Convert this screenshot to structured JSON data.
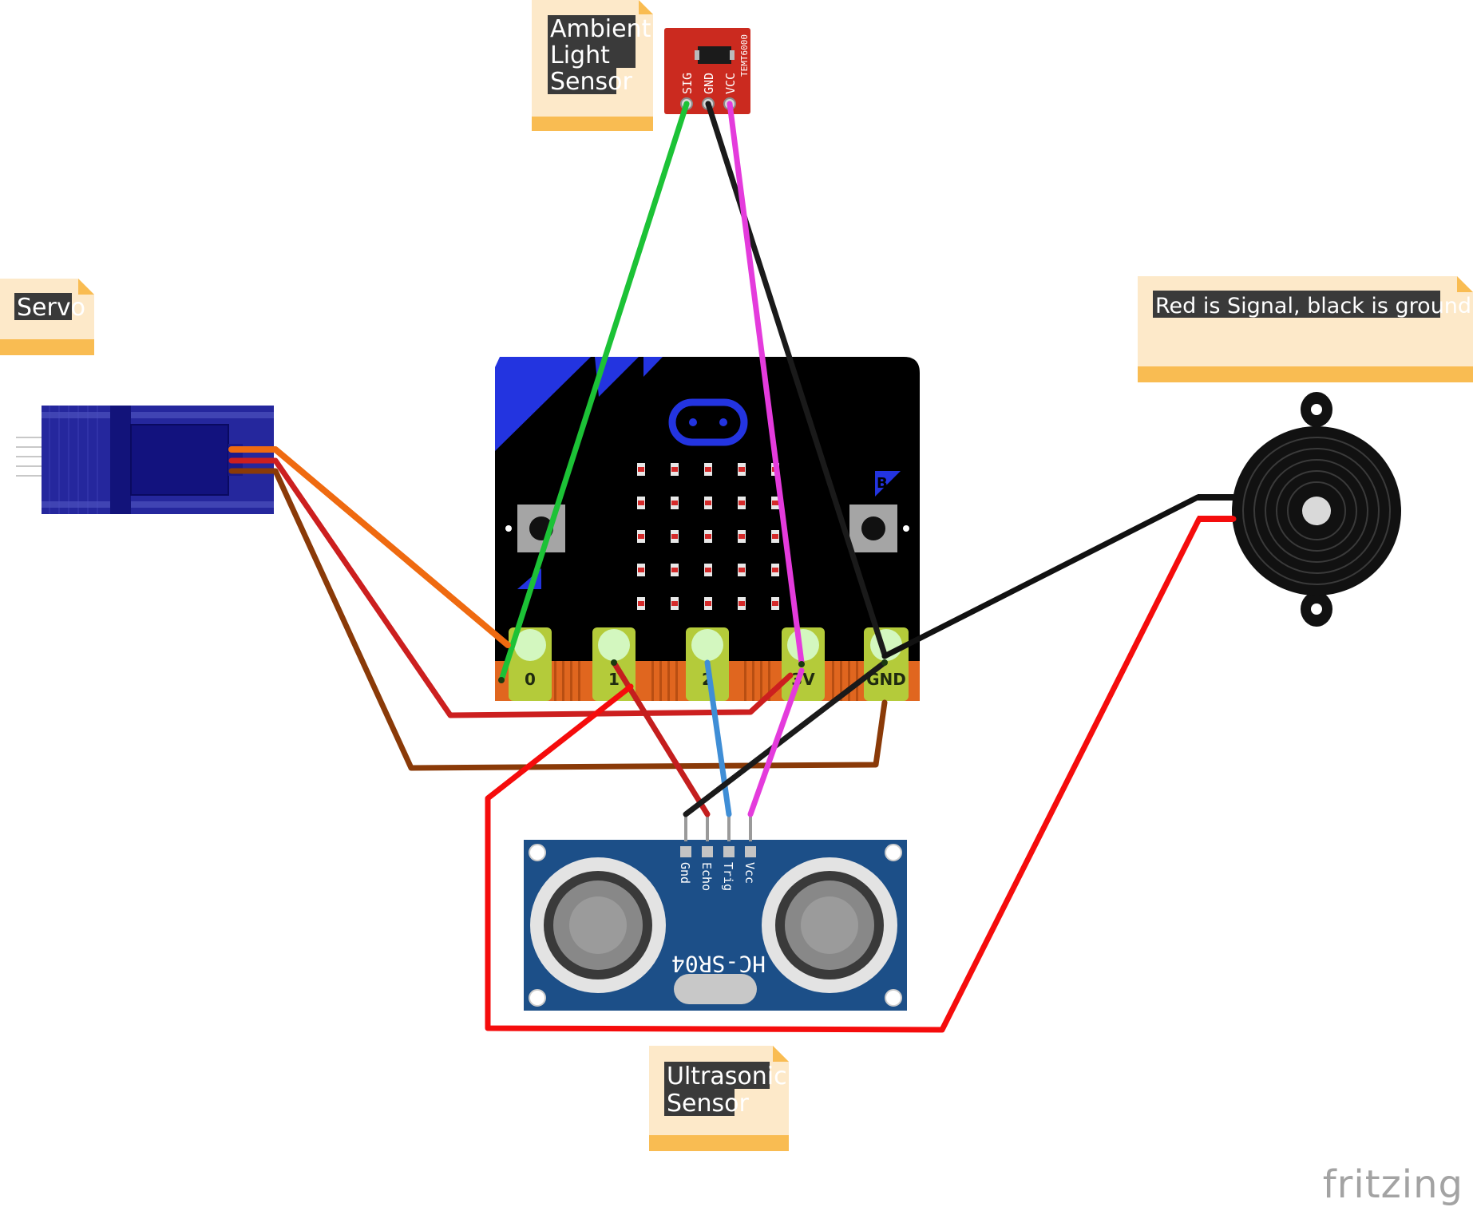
{
  "notes": {
    "ambient": [
      "Ambient",
      "Light",
      "Sensor"
    ],
    "servo": [
      "Servo"
    ],
    "buzzer": [
      "Red is Signal, black is ground."
    ],
    "ultrasonic": [
      "Ultrasonic",
      "Sensor"
    ]
  },
  "light_sensor": {
    "pins": [
      "SIG",
      "GND",
      "VCC"
    ],
    "part": "TEMT6000"
  },
  "microbit": {
    "edge_labels": [
      "0",
      "1",
      "2",
      "3V",
      "GND"
    ],
    "button_b": "B"
  },
  "ultrasonic": {
    "model": "HC-SR04",
    "pins": [
      "Gnd",
      "Echo",
      "Trig",
      "Vcc"
    ]
  },
  "brand": "fritzing",
  "colors": {
    "note_fill": "#fde9c9",
    "note_bar": "#f9bc52",
    "wire_green": "#1cc236",
    "wire_black": "#1a1a1a",
    "wire_magenta": "#e43bdc",
    "wire_orange": "#ef6a10",
    "wire_red": "#cc1f1f",
    "wire_brown": "#8a3a08",
    "wire_blue": "#3f8ed6",
    "wire_bright_red": "#f50c0c",
    "microbit_blue": "#2334e0",
    "sensor_board": "#cb2a1f",
    "servo_body": "#1d1f92",
    "hcsr04_board": "#1c4f88"
  }
}
